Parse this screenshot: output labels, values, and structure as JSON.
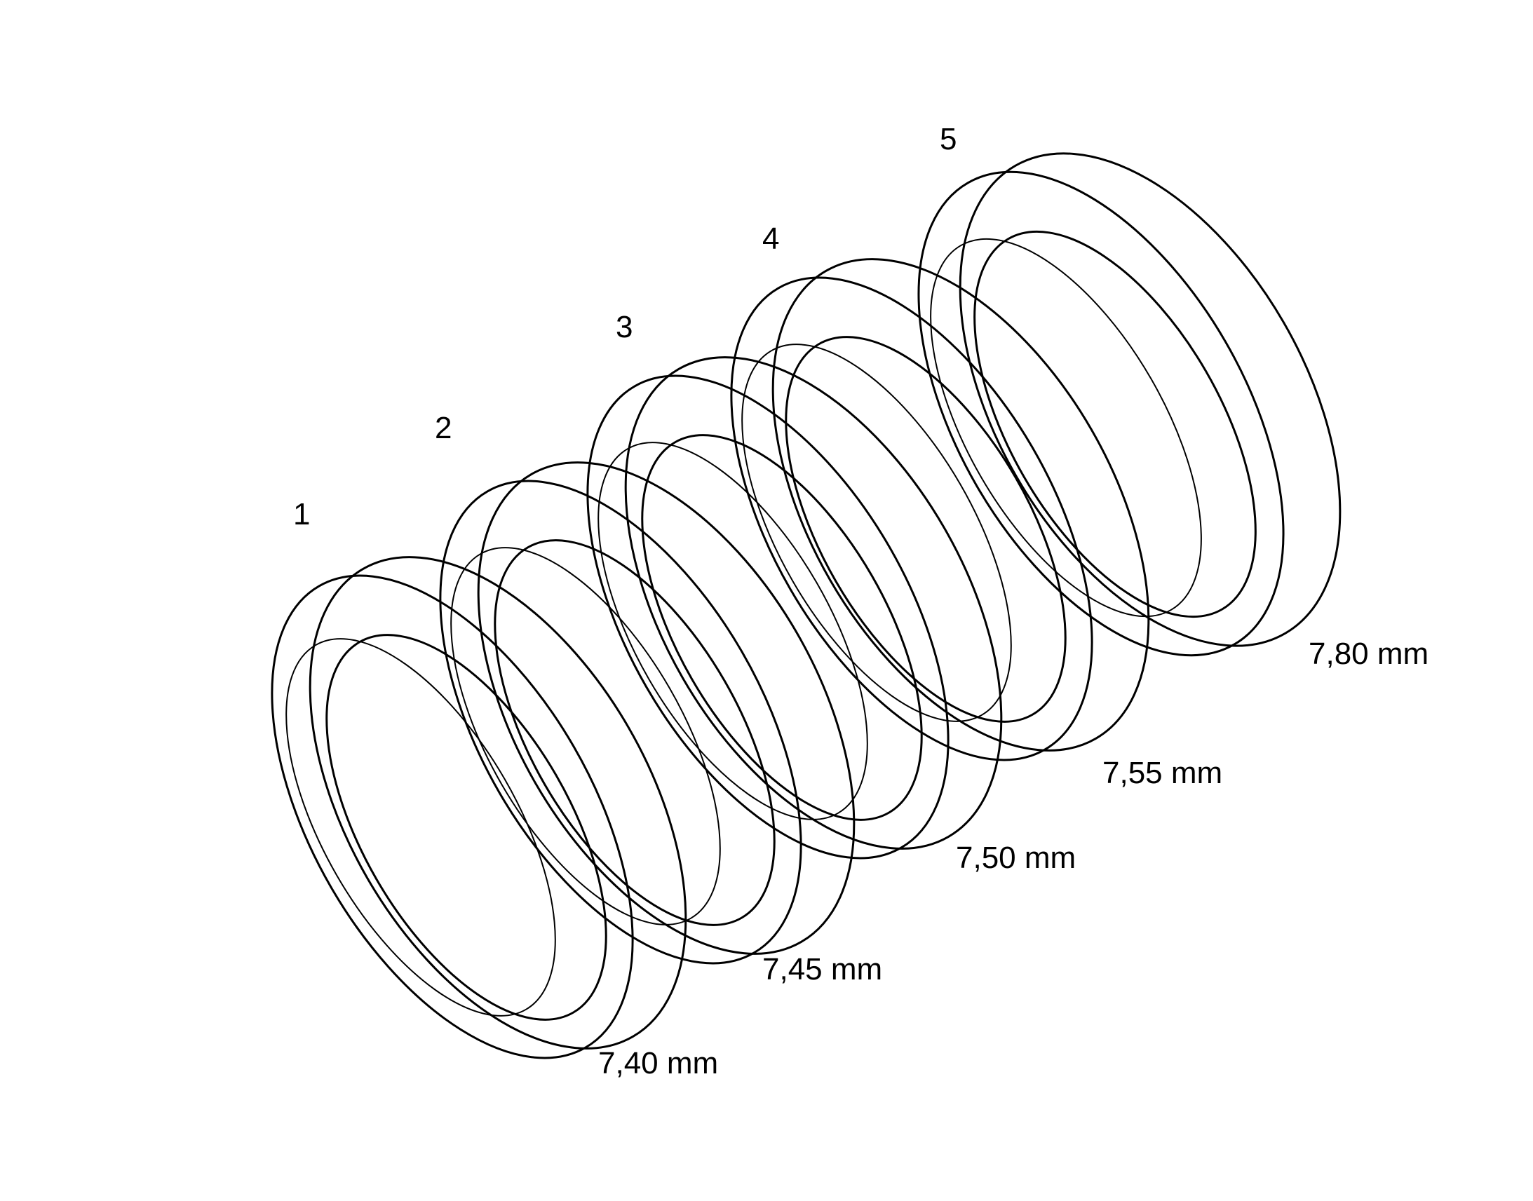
{
  "rings": [
    {
      "number": "1",
      "thickness": "7,40 mm"
    },
    {
      "number": "2",
      "thickness": "7,45 mm"
    },
    {
      "number": "3",
      "thickness": "7,50 mm"
    },
    {
      "number": "4",
      "thickness": "7,55 mm"
    },
    {
      "number": "5",
      "thickness": "7,80 mm"
    }
  ],
  "colors": {
    "line": "#000000",
    "background": "#ffffff"
  }
}
